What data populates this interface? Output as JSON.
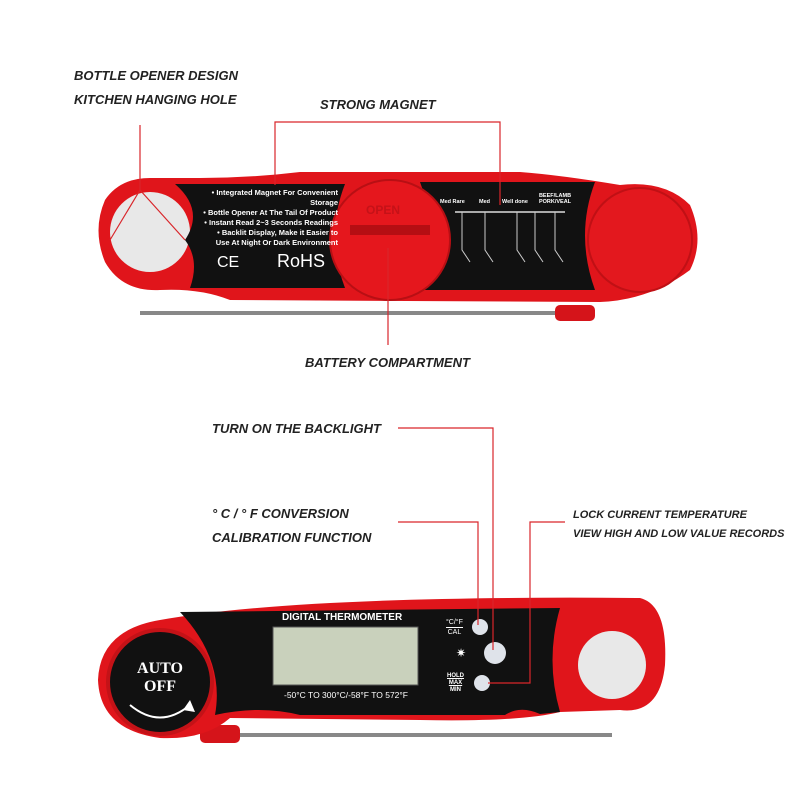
{
  "labels": {
    "bottle_opener": "BOTTLE OPENER DESIGN",
    "hanging_hole": "KITCHEN HANGING HOLE",
    "magnet": "STRONG MAGNET",
    "battery": "BATTERY COMPARTMENT",
    "backlight": "TURN ON THE BACKLIGHT",
    "conversion": "° C / ° F CONVERSION",
    "calibration": "CALIBRATION FUNCTION",
    "lock": "LOCK CURRENT TEMPERATURE",
    "records": "VIEW HIGH AND LOW VALUE RECORDS"
  },
  "back_panel": {
    "features": [
      "• Integrated Magnet For Convenient Storage",
      "• Bottle Opener At The Tail Of Product",
      "• Instant Read 2~3 Seconds Readings",
      "• Backlit Display, Make it Easier to",
      "Use At Night Or Dark Environment"
    ],
    "ce": "CE",
    "rohs": "RoHS",
    "cover_text": "OPEN",
    "doneness": [
      "Med Rare",
      "Med",
      "Well done",
      "BEEF/LAMB PORK/VEAL"
    ]
  },
  "front_panel": {
    "title": "DIGITAL THERMOMETER",
    "range": "-50°C TO 300°C/-58°F TO 572°F",
    "btn_cf": "°C/°F",
    "btn_cal": "CAL",
    "btn_hold": "HOLD",
    "btn_max": "MAX",
    "btn_min": "MIN",
    "auto": "AUTO",
    "off": "OFF"
  },
  "colors": {
    "body": "#e0151b",
    "panel": "#111111",
    "line": "#d9262b"
  }
}
